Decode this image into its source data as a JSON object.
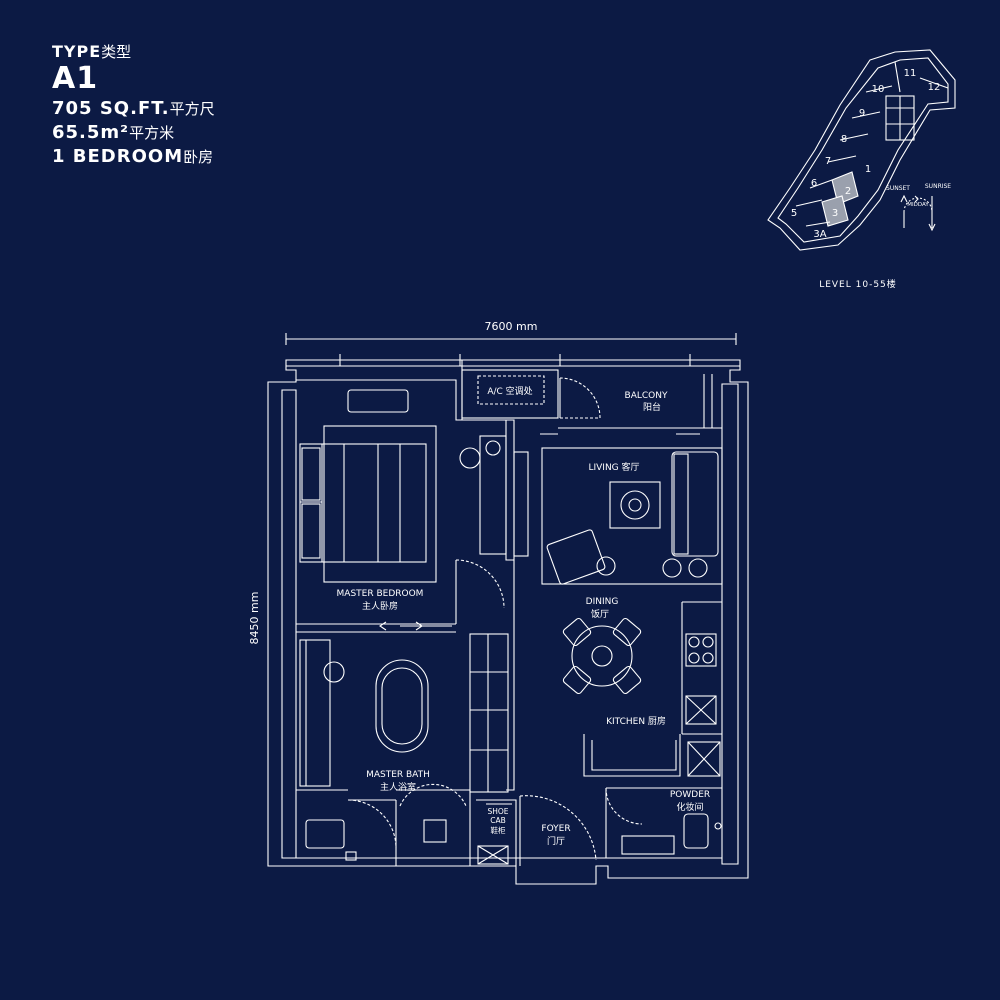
{
  "spec": {
    "type_label": "TYPE",
    "type_label_cn": "类型",
    "unit_code": "A1",
    "area_sqft": "705 SQ.FT.",
    "area_sqft_cn": "平方尺",
    "area_sqm": "65.5m²",
    "area_sqm_cn": "平方米",
    "bedrooms": "1 BEDROOM",
    "bedrooms_cn": "卧房"
  },
  "keyplan": {
    "units": [
      "11",
      "12",
      "10",
      "9",
      "8",
      "7",
      "1",
      "6",
      "2",
      "5",
      "3",
      "3A"
    ],
    "highlighted_units": [
      "2",
      "3"
    ],
    "level_label": "LEVEL 10-55楼",
    "sun": {
      "sunset": "SUNSET",
      "sunrise": "SUNRISE",
      "midday": "MIDDAY"
    }
  },
  "dimensions": {
    "width": "7600 mm",
    "depth": "8450 mm"
  },
  "rooms": {
    "ac": "A/C 空调处",
    "balcony": "BALCONY",
    "balcony_cn": "阳台",
    "living": "LIVING 客厅",
    "master_bedroom": "MASTER BEDROOM",
    "master_bedroom_cn": "主人卧房",
    "dining": "DINING",
    "dining_cn": "饭厅",
    "kitchen": "KITCHEN 厨房",
    "master_bath": "MASTER BATH",
    "master_bath_cn": "主人浴室",
    "shoe_cab_1": "SHOE",
    "shoe_cab_2": "CAB",
    "shoe_cab_cn": "鞋柜",
    "foyer": "FOYER",
    "foyer_cn": "门厅",
    "powder": "POWDER",
    "powder_cn": "化妆间"
  },
  "colors": {
    "background": "#0c1a44",
    "line": "#ffffff",
    "highlight": "#9aa0ad"
  }
}
